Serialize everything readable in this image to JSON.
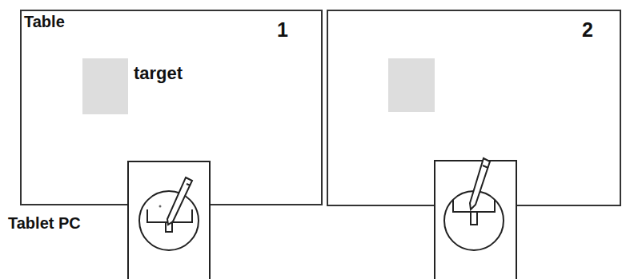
{
  "diagram": {
    "nodes": [
      {
        "text": [
          "Table",
          "1"
        ]
      },
      {
        "text": [
          "target"
        ],
        "in": 0
      },
      {
        "text": [
          "2"
        ]
      }
    ],
    "labels": [
      "Tablet PC"
    ]
  }
}
